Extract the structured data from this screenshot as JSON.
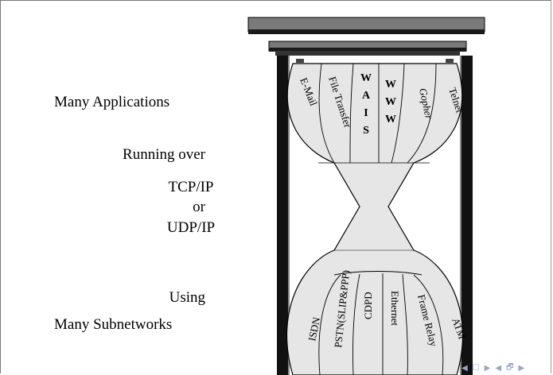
{
  "left_text": {
    "applications": "Many Applications",
    "running_over": "Running over",
    "tcp": "TCP/IP",
    "or": "or",
    "udp": "UDP/IP",
    "using": "Using",
    "subnetworks": "Many Subnetworks"
  },
  "applications": [
    "E-Mail",
    "File Transfer",
    "WAIS",
    "WWW",
    "Gopher",
    "Telnet"
  ],
  "subnetworks": [
    "ISDN",
    "PSTN(SLIP&PPP)",
    "CDPD",
    "Ethernet",
    "Frame Relay",
    "ATM"
  ],
  "nav": {
    "left_arrow": "◀",
    "box": "☐",
    "right_arrow": "▶",
    "left_arrow2": "◀",
    "icon2": "🗗",
    "right_arrow2": "▶"
  },
  "colors": {
    "sand": "#e6e6e6",
    "frame_dark": "#111111",
    "cap_gray": "#7a7a7a"
  }
}
